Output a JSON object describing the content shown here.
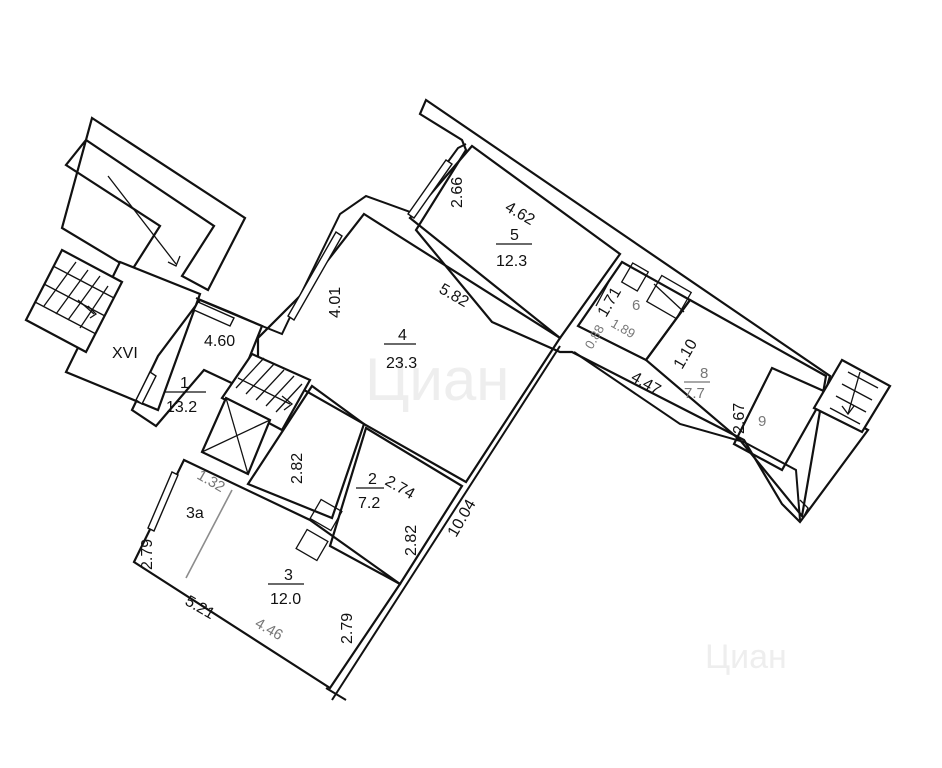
{
  "rooms": [
    {
      "id": "1",
      "number": "1",
      "area": "13.2"
    },
    {
      "id": "2",
      "number": "2",
      "area": "7.2"
    },
    {
      "id": "3",
      "number": "3",
      "area": "12.0"
    },
    {
      "id": "3a",
      "number": "3а",
      "area": ""
    },
    {
      "id": "4",
      "number": "4",
      "area": "23.3"
    },
    {
      "id": "5",
      "number": "5",
      "area": "12.3"
    },
    {
      "id": "6",
      "number": "6",
      "area": ""
    },
    {
      "id": "8",
      "number": "8",
      "area": "7.7"
    },
    {
      "id": "9",
      "number": "9",
      "area": ""
    }
  ],
  "stair_label": "XVI",
  "dimensions": {
    "d_4_60": "4.60",
    "d_2_82_a": "2.82",
    "d_2_74": "2.74",
    "d_2_82_b": "2.82",
    "d_1_32": "1.32",
    "d_2_79_a": "2.79",
    "d_4_46": "4.46",
    "d_2_79_b": "2.79",
    "d_5_21": "5.21",
    "d_4_01": "4.01",
    "d_5_82": "5.82",
    "d_10_04": "10.04",
    "d_2_66": "2.66",
    "d_4_62": "4.62",
    "d_1_71": "1.71",
    "d_0_88": "0.88",
    "d_1_89": "1.89",
    "d_1_10": "1.10",
    "d_4_47": "4.47",
    "d_2_67": "2.67"
  },
  "watermark": {
    "main": "Циан",
    "corner": "Циан"
  }
}
